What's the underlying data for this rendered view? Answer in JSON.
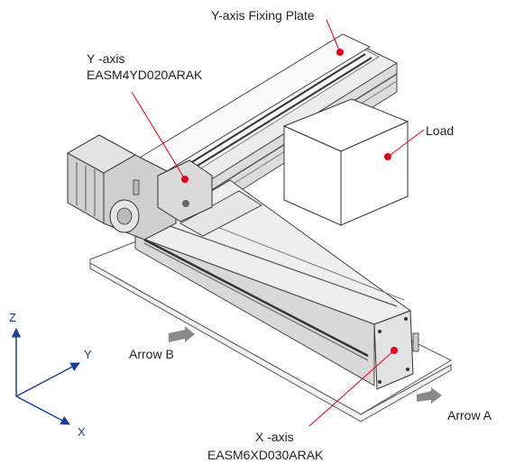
{
  "labels": {
    "y_plate": "Y-axis Fixing Plate",
    "y_axis_title": "Y -axis",
    "y_axis_part": "EASM4YD020ARAK",
    "load": "Load",
    "x_axis_title": "X -axis",
    "x_axis_part": "EASM6XD030ARAK",
    "arrow_a": "Arrow A",
    "arrow_b": "Arrow B"
  },
  "axes": {
    "z": "Z",
    "y": "Y",
    "x": "X"
  },
  "colors": {
    "leader": "#d8001f",
    "marker": "#e3001b",
    "axis": "#1b3f98",
    "rail": "#444444",
    "arrow": "#8a8a8a"
  }
}
